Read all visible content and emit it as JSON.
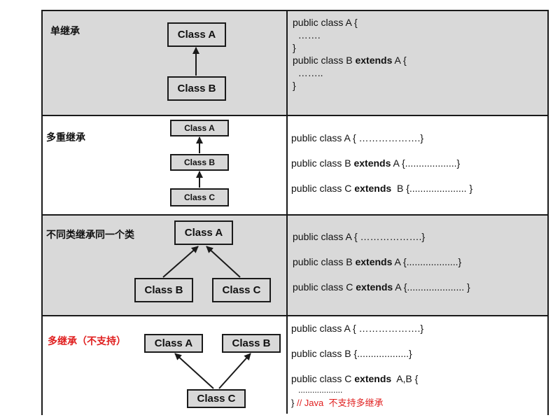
{
  "rows": [
    {
      "label": "单继承",
      "boxes": {
        "a": "Class A",
        "b": "Class B"
      },
      "code": {
        "l1": "public class A {",
        "l2": "  …….",
        "l3": "}",
        "l4_pre": "public class B ",
        "l4_kw": "extends",
        "l4_post": " A {",
        "l5": "  ……..",
        "l6": "}"
      }
    },
    {
      "label": "多重继承",
      "boxes": {
        "a": "Class A",
        "b": "Class B",
        "c": "Class C"
      },
      "code": {
        "l1": "public class A { ……………….}",
        "l2_pre": "public class B ",
        "l2_kw": "extends",
        "l2_post": " A {...................}",
        "l3_pre": "public class C ",
        "l3_kw": "extends",
        "l3_post": "  B {..................... }"
      }
    },
    {
      "label": "不同类继承同一个类",
      "boxes": {
        "a": "Class A",
        "b": "Class B",
        "c": "Class C"
      },
      "code": {
        "l1": "public class A { ……………….}",
        "l2_pre": "public class B ",
        "l2_kw": "extends",
        "l2_post": " A {...................}",
        "l3_pre": "public class C ",
        "l3_kw": "extends",
        "l3_post": " A {..................... }"
      }
    },
    {
      "label": "多继承（不支持）",
      "boxes": {
        "a": "Class A",
        "b": "Class B",
        "c": "Class C"
      },
      "code": {
        "l1": "public class A { ……………….}",
        "l2": "public class B {...................}",
        "l3_pre": "public class C ",
        "l3_kw": "extends",
        "l3_post": "  A,B {",
        "l4": "   ...................",
        "l5_pre": "} ",
        "l5_red": "// Java  不支持多继承"
      }
    }
  ]
}
